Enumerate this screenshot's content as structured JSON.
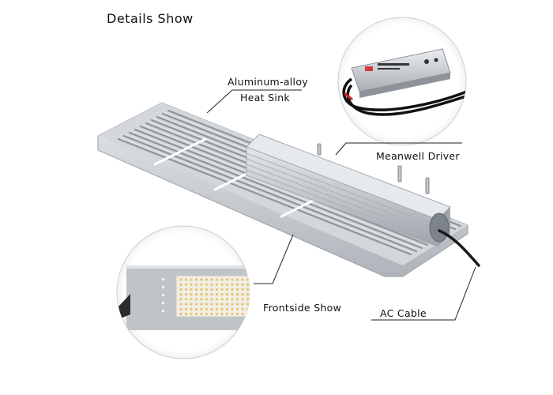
{
  "page": {
    "title": "Details Show"
  },
  "callouts": {
    "heat_sink_line1": "Aluminum-alloy",
    "heat_sink_line2": "Heat Sink",
    "driver": "Meanwell Driver",
    "frontside": "Frontside Show",
    "ac_cable": "AC Cable"
  },
  "colors": {
    "fixture": "#c9ced3",
    "fin_dark": "#8f969c",
    "fin_light": "#dde1e4",
    "led_panel": "#f1eee6",
    "driver_body": "#b9bec3",
    "cable": "#1a1a1a",
    "leader_line": "#222222"
  }
}
